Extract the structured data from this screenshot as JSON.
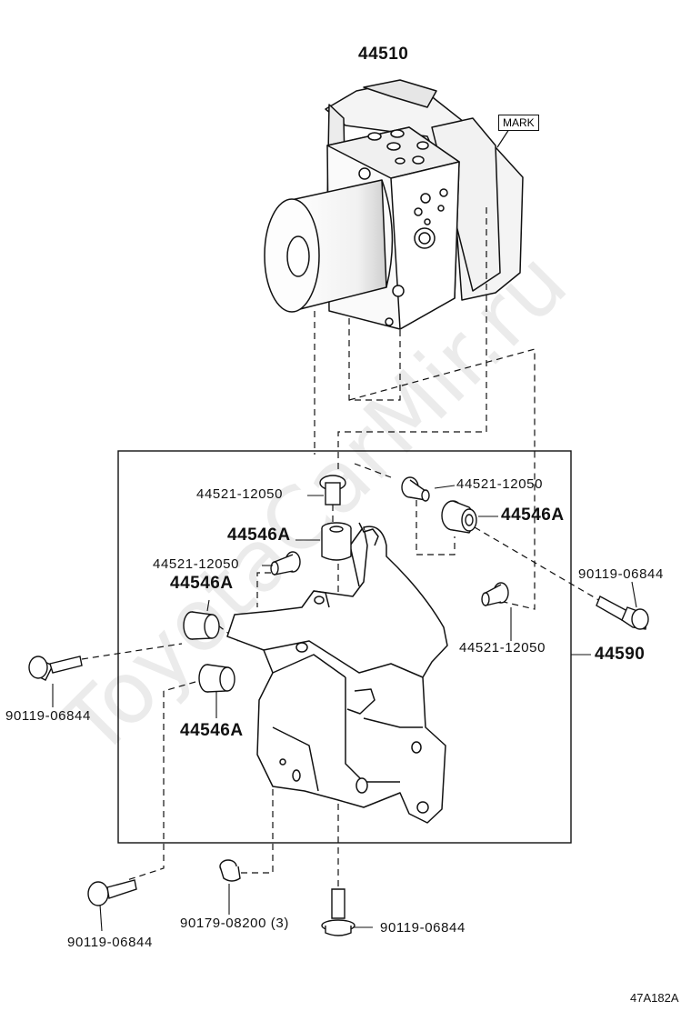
{
  "watermark": "ToyotaCarMir.ru",
  "mark_label": "MARK",
  "figure_code": "47A182A",
  "parts": {
    "actuator": "44510",
    "bracket": "44590",
    "collar_top_left": "44521-12050",
    "collar_top_right": "44521-12050",
    "collar_mid_left": "44521-12050",
    "collar_right": "44521-12050",
    "cushion_top": "44546A",
    "cushion_right": "44546A",
    "cushion_left_upper": "44546A",
    "cushion_left_lower": "44546A",
    "bolt_right": "90119-06844",
    "bolt_left": "90119-06844",
    "bolt_bottom_left": "90119-06844",
    "bolt_bottom_center": "90119-06844",
    "nut_bottom": "90179-08200 (3)"
  }
}
